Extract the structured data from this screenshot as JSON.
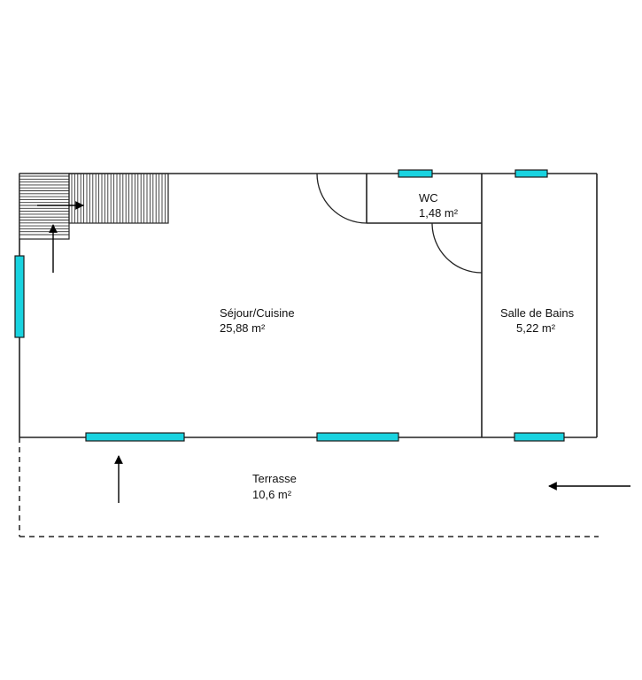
{
  "rooms": [
    {
      "name": "Séjour/Cuisine",
      "area": "25,88  m²"
    },
    {
      "name": "WC",
      "area": "1,48  m²"
    },
    {
      "name": "Salle de Bains",
      "area": "5,22  m²"
    },
    {
      "name": "Terrasse",
      "area": "10,6  m²"
    }
  ],
  "colors": {
    "wall": "#222222",
    "window": "#19d3e0",
    "background": "#ffffff"
  },
  "icons": [
    "entry-arrow-icon",
    "stair-arrow-icon",
    "terrace-arrow-icon"
  ]
}
